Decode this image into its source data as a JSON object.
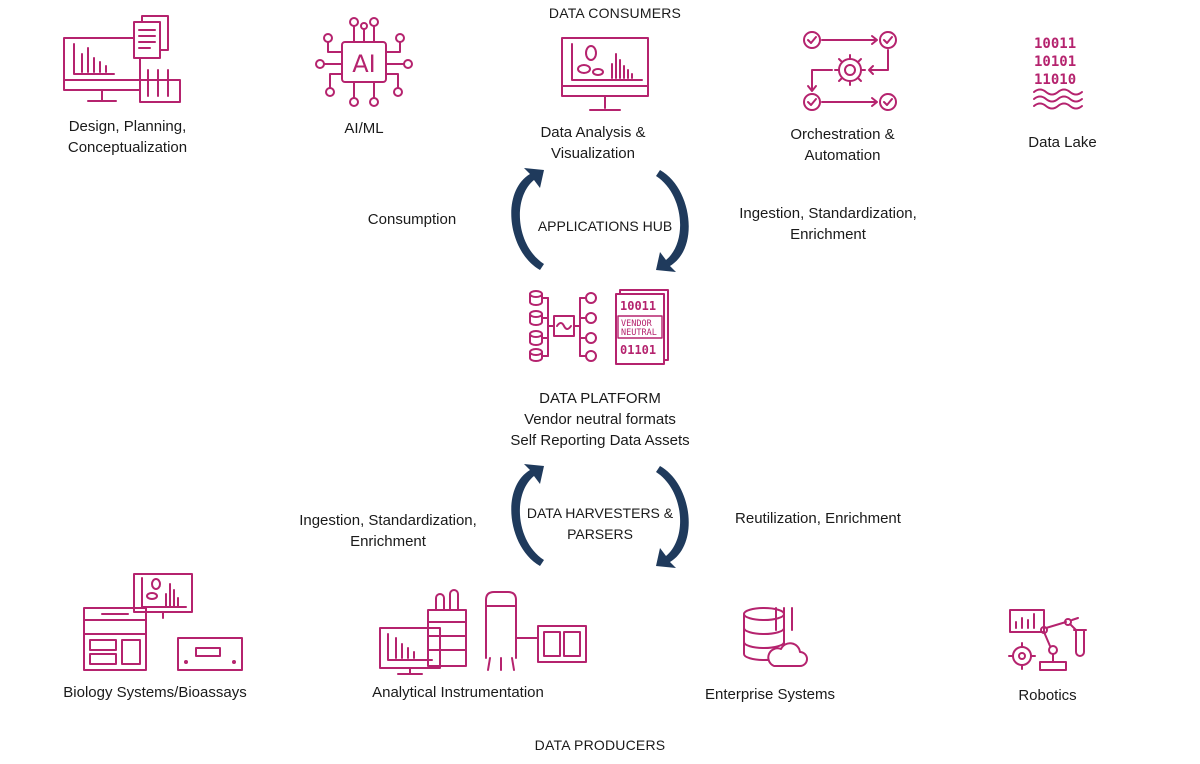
{
  "colors": {
    "accent": "#b5236e",
    "arrow": "#1f3a5c",
    "text": "#1a1a1a"
  },
  "headers": {
    "consumers": "DATA CONSUMERS",
    "producers": "DATA PRODUCERS"
  },
  "consumers": [
    {
      "label_line1": "Design, Planning,",
      "label_line2": "Conceptualization",
      "icon": "monitor-chart-docs-icon"
    },
    {
      "label_line1": "AI/ML",
      "label_line2": "",
      "icon": "ai-chip-icon"
    },
    {
      "label_line1": "Data Analysis &",
      "label_line2": "Visualization",
      "icon": "monitor-analysis-icon"
    },
    {
      "label_line1": "Orchestration &",
      "label_line2": "Automation",
      "icon": "gear-workflow-icon"
    },
    {
      "label_line1": "Data Lake",
      "label_line2": "",
      "icon": "binary-lake-icon"
    }
  ],
  "top_cycle": {
    "center": "APPLICATIONS HUB",
    "left": "Consumption",
    "right_line1": "Ingestion, Standardization,",
    "right_line2": "Enrichment"
  },
  "platform": {
    "line1": "DATA PLATFORM",
    "line2": "Vendor neutral formats",
    "line3": "Self Reporting Data Assets",
    "icon_text": {
      "row1": "10011",
      "row2": "VENDOR",
      "row3": "NEUTRAL",
      "row4": "01101"
    }
  },
  "bottom_cycle": {
    "center_line1": "DATA HARVESTERS &",
    "center_line2": "PARSERS",
    "left_line1": "Ingestion, Standardization,",
    "left_line2": "Enrichment",
    "right": "Reutilization, Enrichment"
  },
  "producers": [
    {
      "label": "Biology Systems/Bioassays",
      "icon": "lab-equipment-icon"
    },
    {
      "label": "Analytical Instrumentation",
      "icon": "instrument-monitor-icon"
    },
    {
      "label": "Enterprise Systems",
      "icon": "database-cloud-icon"
    },
    {
      "label": "Robotics",
      "icon": "robot-arm-icon"
    }
  ],
  "data_lake_digits": {
    "row1": "10011",
    "row2": "10101",
    "row3": "11010"
  },
  "ai_chip_text": "AI"
}
